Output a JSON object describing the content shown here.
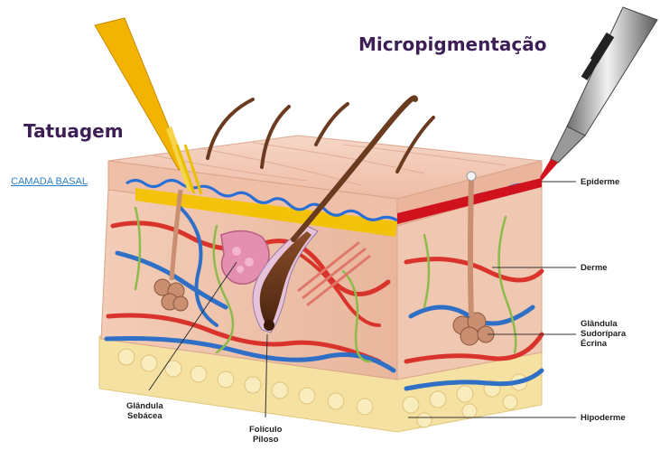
{
  "titles": {
    "tatuagem": "Tatuagem",
    "micropigmentacao": "Micropigmentação"
  },
  "labels": {
    "camada_basal": "CAMADA BASAL",
    "epiderme": "Epiderme",
    "derme": "Derme",
    "glandula_sudoripara_1": "Glândula",
    "glandula_sudoripara_2": "Sudorípara",
    "glandula_sudoripara_3": "Écrina",
    "hipoderme": "Hipoderme",
    "glandula_sebacea_1": "Glândula",
    "glandula_sebacea_2": "Sebácea",
    "foliculo_piloso_1": "Folículo",
    "foliculo_piloso_2": "Piloso"
  },
  "colors": {
    "title_text": "#3d1f55",
    "basal_layer_line": "#2a6fd6",
    "tattoo_ink": "#f2c200",
    "micropigment_ink": "#d0121c",
    "epidermis": "#f1c7b0",
    "dermis": "#f4d2bf",
    "hypodermis": "#f6e3a6",
    "artery": "#d9342b",
    "vein": "#2f6fc6",
    "nerve": "#8dba4a",
    "hair": "#6b3b1f"
  },
  "icons": [
    "tattoo-needle-icon",
    "micropigmentation-pen-icon"
  ]
}
